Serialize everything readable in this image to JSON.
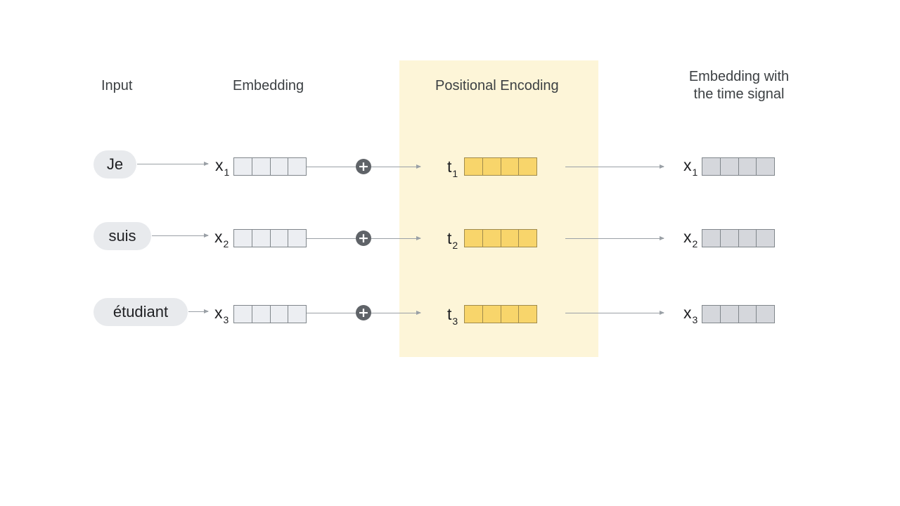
{
  "headers": {
    "input": "Input",
    "embedding": "Embedding",
    "positional_encoding": "Positional Encoding",
    "output_line1": "Embedding with",
    "output_line2": "the time signal"
  },
  "rows": [
    {
      "token": "Je",
      "embed_symbol": "x",
      "pos_symbol": "t",
      "out_symbol": "x",
      "subscript": "1"
    },
    {
      "token": "suis",
      "embed_symbol": "x",
      "pos_symbol": "t",
      "out_symbol": "x",
      "subscript": "2"
    },
    {
      "token": "étudiant",
      "embed_symbol": "x",
      "pos_symbol": "t",
      "out_symbol": "x",
      "subscript": "3"
    }
  ],
  "icons": {
    "plus": "plus-circle-icon"
  },
  "colors": {
    "pe_band": "#fdf5d8",
    "pe_cells": "#f8d56b",
    "embed_cells": "#eceef2",
    "out_cells": "#d5d7dc",
    "token_pill": "#e8eaed",
    "plus_circle": "#5f6368"
  },
  "vector_cells": 4
}
